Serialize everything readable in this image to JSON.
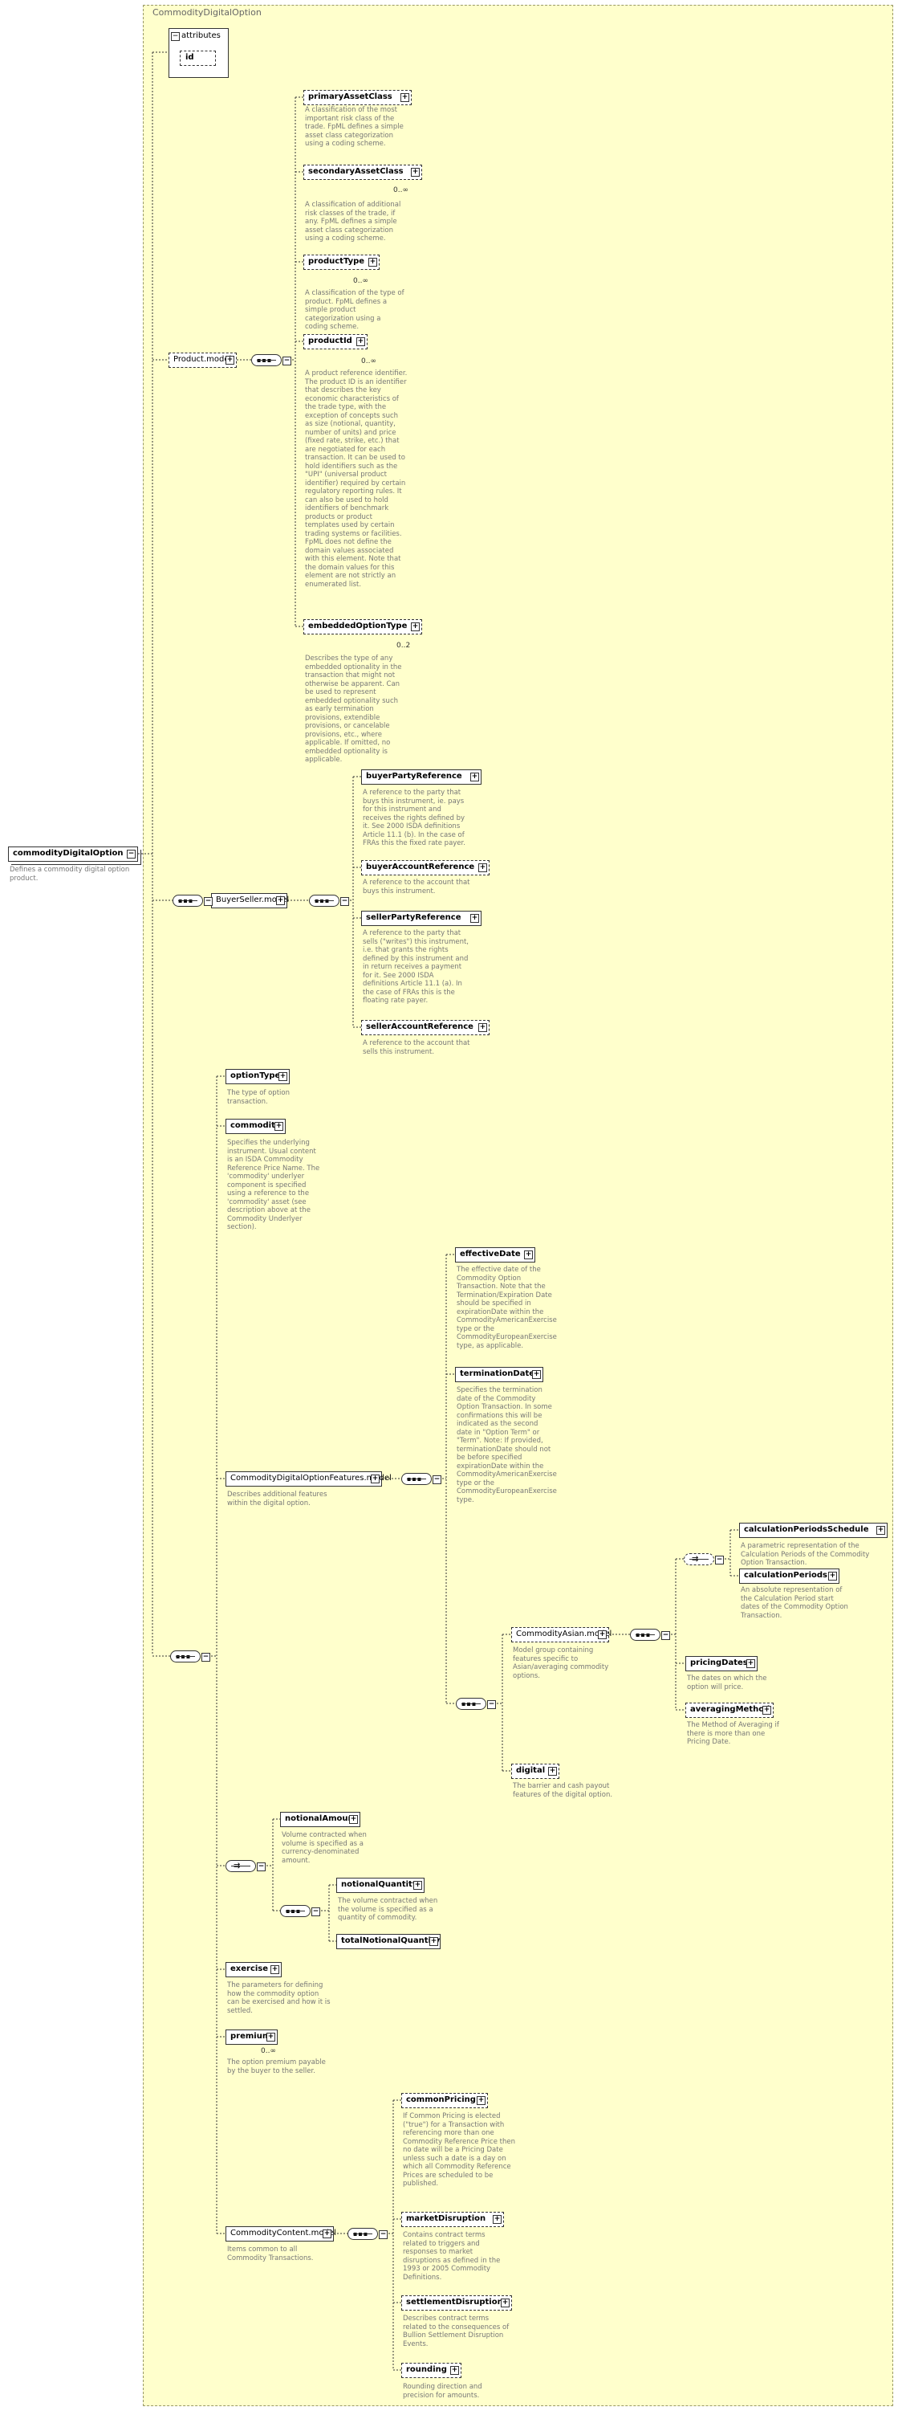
{
  "complex_type_title": "CommodityDigitalOption",
  "attributes": {
    "label": "attributes",
    "id_label": "id"
  },
  "root": {
    "label": "commodityDigitalOption",
    "desc": "Defines a commodity digital option product."
  },
  "nodes": [
    {
      "id": "primaryAssetClass",
      "label": "primaryAssetClass",
      "opt": true,
      "desc": "A classification of the most important risk class of the trade. FpML defines a simple asset class categorization using a coding scheme."
    },
    {
      "id": "secondaryAssetClass",
      "label": "secondaryAssetClass",
      "opt": true,
      "card": "0..∞",
      "desc": "A classification of additional risk classes of the trade, if any. FpML defines a simple asset class categorization using a coding scheme."
    },
    {
      "id": "productType",
      "label": "productType",
      "opt": true,
      "card": "0..∞",
      "desc": "A classification of the type of product. FpML defines a simple product categorization using a coding scheme."
    },
    {
      "id": "productId",
      "label": "productId",
      "opt": true,
      "card": "0..∞",
      "desc": "A product reference identifier. The product ID is an identifier that describes the key economic characteristics of the trade type, with the exception of concepts such as size (notional, quantity, number of units) and price (fixed rate, strike, etc.) that are negotiated for each transaction. It can be used to hold identifiers such as the \"UPI\" (universal product identifier) required by certain regulatory reporting rules. It can also be used to hold identifiers of benchmark products or product templates used by certain trading systems or facilities. FpML does not define the domain values associated with this element. Note that the domain values for this element are not strictly an enumerated list."
    },
    {
      "id": "embeddedOptionType",
      "label": "embeddedOptionType",
      "opt": true,
      "card": "0..2",
      "desc": "Describes the type of any embedded optionality in the transaction that might not otherwise be apparent. Can be used to represent embedded optionality such as early termination provisions, extendible provisions, or cancelable provisions, etc., where applicable. If omitted, no embedded optionality is applicable."
    },
    {
      "id": "productModel",
      "label": "Product.model",
      "opt": true,
      "group": true
    },
    {
      "id": "buyerPartyReference",
      "label": "buyerPartyReference",
      "opt": false,
      "desc": "A reference to the party that buys this instrument, ie. pays for this instrument and receives the rights defined by it. See 2000 ISDA definitions Article 11.1 (b). In the case of FRAs this the fixed rate payer."
    },
    {
      "id": "buyerAccountReference",
      "label": "buyerAccountReference",
      "opt": true,
      "desc": "A reference to the account that buys this instrument."
    },
    {
      "id": "sellerPartyReference",
      "label": "sellerPartyReference",
      "opt": false,
      "desc": "A reference to the party that sells (\"writes\") this instrument, i.e. that grants the rights defined by this instrument and in return receives a payment for it. See 2000 ISDA definitions Article 11.1 (a). In the case of FRAs this is the floating rate payer."
    },
    {
      "id": "sellerAccountReference",
      "label": "sellerAccountReference",
      "opt": true,
      "desc": "A reference to the account that sells this instrument."
    },
    {
      "id": "buyerSellerModel",
      "label": "BuyerSeller.model",
      "opt": false,
      "group": true
    },
    {
      "id": "optionType",
      "label": "optionType",
      "opt": false,
      "desc": "The type of option transaction."
    },
    {
      "id": "commodity",
      "label": "commodity",
      "opt": false,
      "desc": "Specifies the underlying instrument. Usual content is an ISDA Commodity Reference Price Name. The 'commodity' underlyer component is specified using a reference to the 'commodity' asset (see description above at the Commodity Underlyer section)."
    },
    {
      "id": "effectiveDate",
      "label": "effectiveDate",
      "opt": false,
      "desc": "The effective date of the Commodity Option Transaction. Note that the Termination/Expiration Date should be specified in expirationDate within the CommodityAmericanExercise type or the CommodityEuropeanExercise type, as applicable."
    },
    {
      "id": "terminationDate",
      "label": "terminationDate",
      "opt": false,
      "desc": "Specifies the termination date of the Commodity Option Transaction. In some confirmations this will be indicated as the second date in \"Option Term\" or \"Term\". Note: If provided, terminationDate should not be before specified expirationDate within the CommodityAmericanExercise type or the CommodityEuropeanExercise type."
    },
    {
      "id": "calculationPeriodsSchedule",
      "label": "calculationPeriodsSchedule",
      "opt": false,
      "desc": "A parametric representation of the Calculation Periods of the Commodity Option Transaction."
    },
    {
      "id": "calculationPeriods",
      "label": "calculationPeriods",
      "opt": false,
      "desc": "An absolute representation of the Calculation Period start dates of the Commodity Option Transaction."
    },
    {
      "id": "pricingDates",
      "label": "pricingDates",
      "opt": false,
      "desc": "The dates on which the option will price."
    },
    {
      "id": "averagingMethod",
      "label": "averagingMethod",
      "opt": true,
      "desc": "The Method of Averaging if there is more than one Pricing Date."
    },
    {
      "id": "commodityAsianModel",
      "label": "CommodityAsian.model",
      "opt": true,
      "group": true,
      "desc": "Model group containing features specific to Asian/averaging commodity options."
    },
    {
      "id": "digital",
      "label": "digital",
      "opt": true,
      "desc": "The barrier and cash payout features of the digital option."
    },
    {
      "id": "featuresModel",
      "label": "CommodityDigitalOptionFeatures.model",
      "opt": false,
      "group": true,
      "desc": "Describes additional features within the digital option."
    },
    {
      "id": "notionalAmount",
      "label": "notionalAmount",
      "opt": false,
      "desc": "Volume contracted when volume is specified as a currency-denominated amount."
    },
    {
      "id": "notionalQuantity",
      "label": "notionalQuantity",
      "opt": false,
      "desc": "The volume contracted when the volume is specified as a quantity of commodity."
    },
    {
      "id": "totalNotionalQuantity",
      "label": "totalNotionalQuantity",
      "opt": false,
      "nodesc": true
    },
    {
      "id": "exercise",
      "label": "exercise",
      "opt": false,
      "desc": "The parameters for defining how the commodity option can be exercised and how it is settled."
    },
    {
      "id": "premium",
      "label": "premium",
      "opt": false,
      "card": "0..∞",
      "desc": "The option premium payable by the buyer to the seller."
    },
    {
      "id": "commonPricing",
      "label": "commonPricing",
      "opt": true,
      "desc": "If Common Pricing is elected (\"true\") for a Transaction with referencing more than one Commodity Reference Price then no date will be a Pricing Date unless such a date is a day on which all Commodity Reference Prices are scheduled to be published."
    },
    {
      "id": "marketDisruption",
      "label": "marketDisruption",
      "opt": true,
      "desc": "Contains contract terms related to triggers and responses to market disruptions as defined in the 1993 or 2005 Commodity Definitions."
    },
    {
      "id": "settlementDisruption",
      "label": "settlementDisruption",
      "opt": true,
      "desc": "Describes contract terms related to the consequences of Bullion Settlement Disruption Events."
    },
    {
      "id": "rounding",
      "label": "rounding",
      "opt": true,
      "desc": "Rounding direction and precision for amounts."
    },
    {
      "id": "contentModel",
      "label": "CommodityContent.model",
      "opt": false,
      "group": true,
      "desc": "Items common to all Commodity Transactions."
    }
  ],
  "colors": {
    "background": "#ffffcc",
    "border": "#333333",
    "description": "#777777"
  }
}
